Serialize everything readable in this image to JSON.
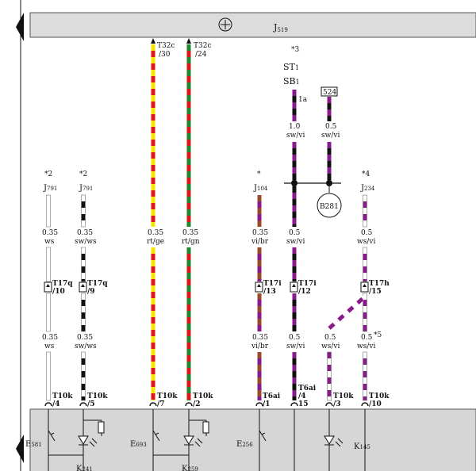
{
  "header": {
    "module": "J519",
    "module_main": "J",
    "module_sub": "519"
  },
  "colors": {
    "red": "#e0161b",
    "yellow": "#f2e600",
    "green": "#1f8a2c",
    "violet": "#8a1a8c",
    "black": "#111111",
    "brown": "#9a4a2a",
    "white": "#ffffff",
    "box_fill": "#d6d6d6",
    "header_fill": "#dcdcdc"
  },
  "top_connectors": [
    {
      "id": "t32c-30",
      "code": "T32c",
      "pin": "/30"
    },
    {
      "id": "t32c-24",
      "code": "T32c",
      "pin": "/24"
    }
  ],
  "st_block": {
    "note": "*3",
    "st_main": "ST",
    "st_sub": "1",
    "sb_main": "SB",
    "sb_sub": "1",
    "fuse_pin": "1a",
    "box_label": "524",
    "b281": "B281"
  },
  "components_top": [
    {
      "note": "*2",
      "main": "J",
      "sub": "791"
    },
    {
      "note": "*2",
      "main": "J",
      "sub": "791"
    },
    {
      "note": "*",
      "main": "J",
      "sub": "104"
    },
    {
      "note": "*4",
      "main": "J",
      "sub": "234"
    }
  ],
  "wire_labels_upper": [
    {
      "size": "0.35",
      "color": "ws"
    },
    {
      "size": "0.35",
      "color": "sw/ws"
    },
    {
      "size": "0.35",
      "color": "rt/ge"
    },
    {
      "size": "0.35",
      "color": "rt/gn"
    },
    {
      "size": "0.35",
      "color": "vi/br"
    },
    {
      "size": "0.5",
      "color": "sw/vi"
    },
    {
      "size": "0.5",
      "color": "ws/vi"
    }
  ],
  "st_wire_labels": [
    {
      "size": "1.0",
      "color": "sw/vi"
    },
    {
      "size": "0.5",
      "color": "sw/vi"
    }
  ],
  "mid_connectors": [
    {
      "code": "T17q",
      "pin": "/10"
    },
    {
      "code": "T17q",
      "pin": "/9"
    },
    {
      "code": "T17i",
      "pin": "/13"
    },
    {
      "code": "T17i",
      "pin": "/12"
    },
    {
      "code": "T17h",
      "pin": "/15"
    }
  ],
  "wire_labels_lower": [
    {
      "size": "0.35",
      "color": "ws"
    },
    {
      "size": "0.35",
      "color": "sw/ws"
    },
    {
      "size": "0.35",
      "color": "vi/br"
    },
    {
      "size": "0.5",
      "color": "sw/vi"
    },
    {
      "size": "0.5",
      "color": "ws/vi"
    },
    {
      "size": "0.5",
      "color": "ws/vi"
    }
  ],
  "lower_note": "*5",
  "bottom_connectors": [
    {
      "code": "T10k",
      "pin": "/4"
    },
    {
      "code": "T10k",
      "pin": "/5"
    },
    {
      "code": "T10k",
      "pin": "/7"
    },
    {
      "code": "T10k",
      "pin": "/2"
    },
    {
      "code": "T6ai",
      "pin": "/1"
    },
    {
      "code": "T6ai",
      "pin": "/4"
    },
    {
      "code": "15",
      "pin": ""
    },
    {
      "code": "T10k",
      "pin": "/3"
    },
    {
      "code": "T10k",
      "pin": "/10"
    }
  ],
  "bottom_components": [
    {
      "main": "E",
      "sub": "581"
    },
    {
      "main": "K",
      "sub": "241"
    },
    {
      "main": "E",
      "sub": "693"
    },
    {
      "main": "K",
      "sub": "259"
    },
    {
      "main": "E",
      "sub": "256"
    },
    {
      "main": "K",
      "sub": "145"
    }
  ]
}
